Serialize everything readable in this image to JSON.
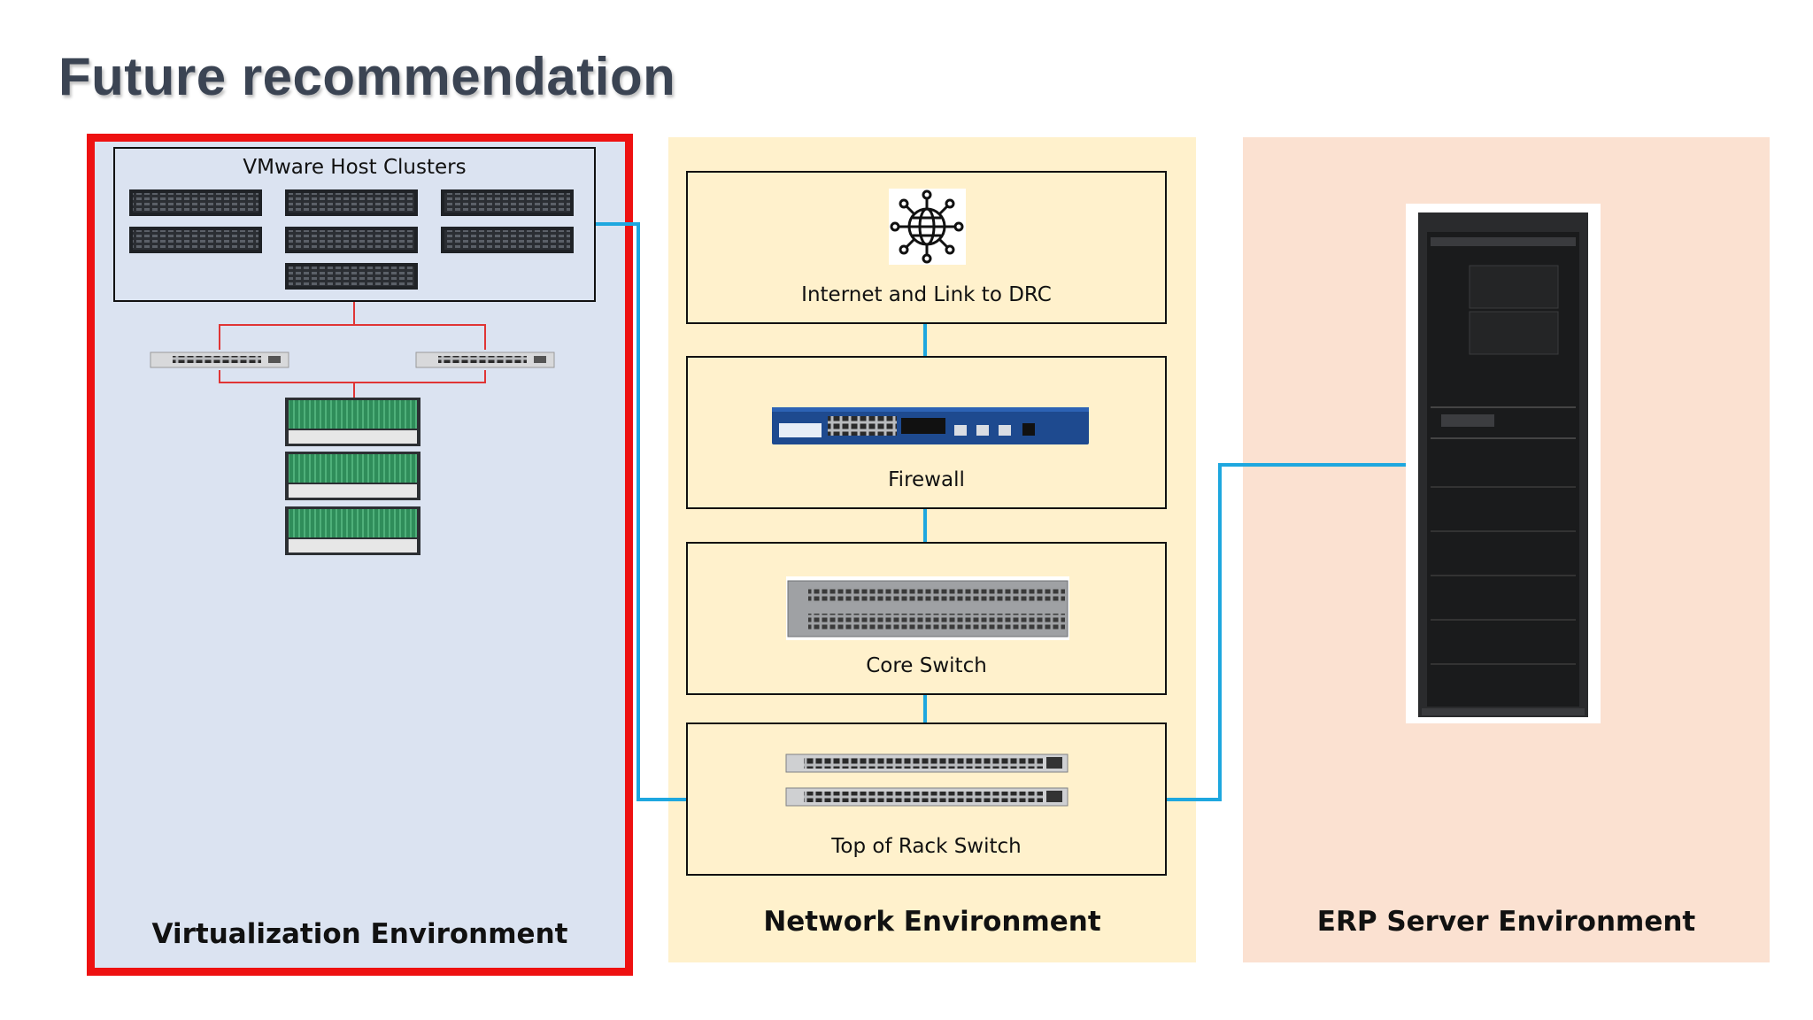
{
  "slide": {
    "title": "Future recommendation"
  },
  "environments": {
    "virtualization": {
      "label": "Virtualization Environment",
      "highlight_color": "#ee1111",
      "background": "#dbe3f1",
      "cluster_label": "VMware Host Clusters"
    },
    "network": {
      "label": "Network Environment",
      "background": "#fff1cc",
      "devices": [
        {
          "label": "Internet and Link to DRC",
          "icon": "globe-network-icon"
        },
        {
          "label": "Firewall",
          "icon": "firewall-appliance-icon"
        },
        {
          "label": "Core Switch",
          "icon": "core-switch-icon"
        },
        {
          "label": "Top of Rack Switch",
          "icon": "tor-switch-icon"
        }
      ]
    },
    "erp": {
      "label": "ERP Server Environment",
      "background": "#fbe1d1",
      "icon": "server-rack-icon"
    }
  },
  "connector_color": "#1ea7df"
}
